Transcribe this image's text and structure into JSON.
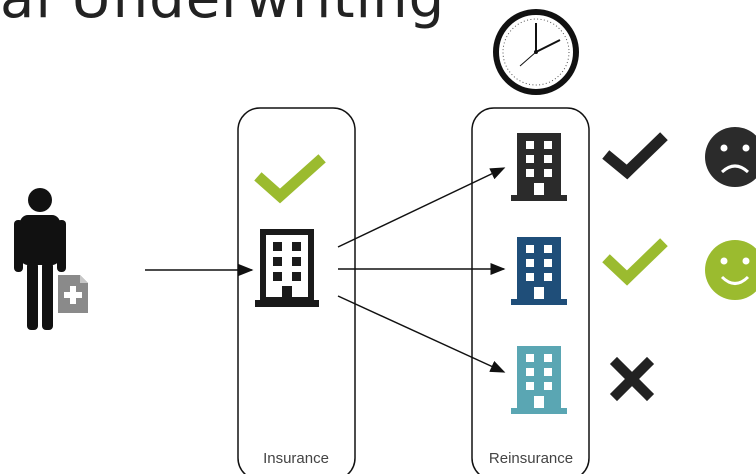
{
  "title": "al Underwriting",
  "boxes": {
    "insurance_label": "Insurance",
    "reinsurance_label": "Reinsurance"
  },
  "icons": {
    "person": "person-with-medical-file-icon",
    "clock": "clock-icon",
    "insurance_building": "office-building-icon",
    "reinsurers": [
      {
        "building": "office-building-icon",
        "color": "#2b2b2b",
        "decision": "checkmark-icon",
        "decision_color": "#2b2b2b",
        "reaction": "sad-face-icon",
        "reaction_color": "#2b2b2b"
      },
      {
        "building": "office-building-icon",
        "color": "#1f4e79",
        "decision": "checkmark-icon",
        "decision_color": "#9bbb2f",
        "reaction": "happy-face-icon",
        "reaction_color": "#9bbb2f"
      },
      {
        "building": "office-building-icon",
        "color": "#5aa6b3",
        "decision": "cross-icon",
        "decision_color": "#222222",
        "reaction": "",
        "reaction_color": ""
      }
    ],
    "insurance_check": "checkmark-icon"
  },
  "colors": {
    "accent_green": "#9bbb2f",
    "dark": "#1a1a1a",
    "navy": "#1f4e79",
    "teal": "#5aa6b3"
  }
}
